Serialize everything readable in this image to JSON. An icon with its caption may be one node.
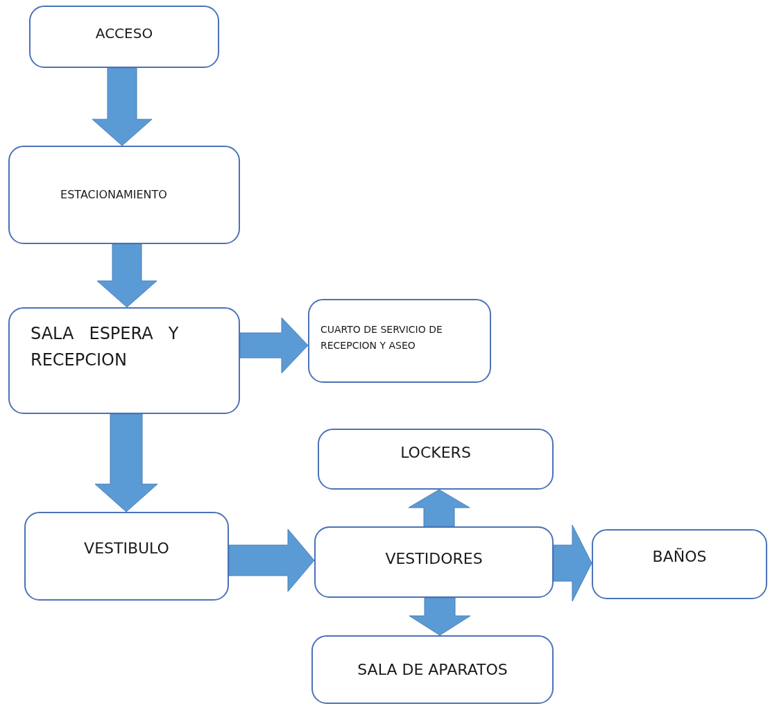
{
  "diagram": {
    "nodes": [
      {
        "text": [
          "ACCESO"
        ]
      },
      {
        "text": [
          "ESTACIONAMIENTO"
        ]
      },
      {
        "text": [
          "SALA ESPERA Y RECEPCION"
        ]
      },
      {
        "text": [
          "CUARTO DE SERVICIO DE RECEPCION Y ASEO"
        ]
      },
      {
        "text": [
          "LOCKERS"
        ]
      },
      {
        "text": [
          "VESTIBULO"
        ]
      },
      {
        "text": [
          "VESTIDORES"
        ]
      },
      {
        "text": [
          "BAÑOS"
        ]
      },
      {
        "text": [
          "SALA DE APARATOS"
        ]
      }
    ],
    "edges": [
      {
        "from": 0,
        "to": 1,
        "arrow": "to"
      },
      {
        "from": 1,
        "to": 2,
        "arrow": "to"
      },
      {
        "from": 2,
        "to": 3,
        "arrow": "to"
      },
      {
        "from": 2,
        "to": 5,
        "arrow": "to"
      },
      {
        "from": 5,
        "to": 6,
        "arrow": "to"
      },
      {
        "from": 6,
        "to": 4,
        "arrow": "to"
      },
      {
        "from": 6,
        "to": 7,
        "arrow": "to"
      },
      {
        "from": 6,
        "to": 8,
        "arrow": "to"
      }
    ]
  }
}
